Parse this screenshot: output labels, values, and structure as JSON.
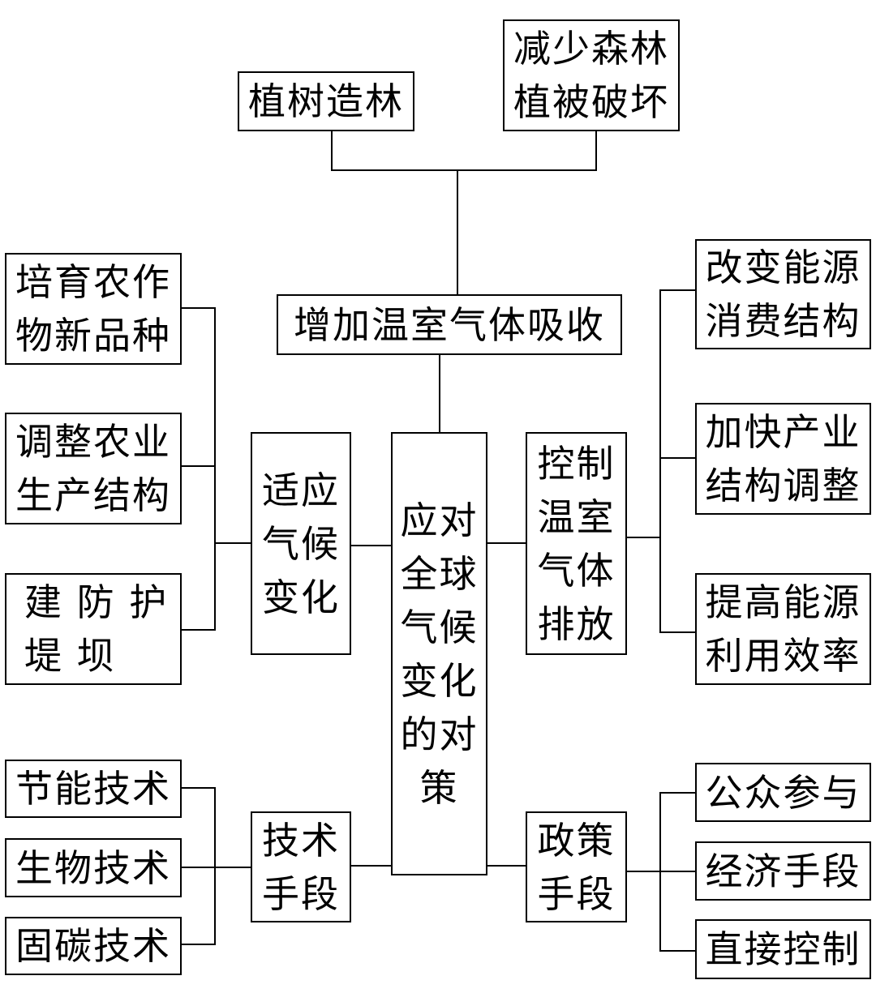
{
  "center": {
    "lines": [
      "应对",
      "全球",
      "气候",
      "变化",
      "的对",
      "策"
    ]
  },
  "top": {
    "hub": "增加温室气体吸收",
    "leaves": [
      {
        "lines": [
          "植树造林"
        ]
      },
      {
        "lines": [
          "减少森林",
          "植被破坏"
        ]
      }
    ]
  },
  "left_upper": {
    "hub": [
      "适应",
      "气候",
      "变化"
    ],
    "leaves": [
      {
        "lines": [
          "培育农作",
          "物新品种"
        ]
      },
      {
        "lines": [
          "调整农业",
          "生产结构"
        ]
      },
      {
        "lines": [
          "建 防 护",
          "堤 坝"
        ]
      }
    ]
  },
  "right_upper": {
    "hub": [
      "控制",
      "温室",
      "气体",
      "排放"
    ],
    "leaves": [
      {
        "lines": [
          "改变能源",
          "消费结构"
        ]
      },
      {
        "lines": [
          "加快产业",
          "结构调整"
        ]
      },
      {
        "lines": [
          "提高能源",
          "利用效率"
        ]
      }
    ]
  },
  "left_lower": {
    "hub": [
      "技术",
      "手段"
    ],
    "leaves": [
      {
        "lines": [
          "节能技术"
        ]
      },
      {
        "lines": [
          "生物技术"
        ]
      },
      {
        "lines": [
          "固碳技术"
        ]
      }
    ]
  },
  "right_lower": {
    "hub": [
      "政策",
      "手段"
    ],
    "leaves": [
      {
        "lines": [
          "公众参与"
        ]
      },
      {
        "lines": [
          "经济手段"
        ]
      },
      {
        "lines": [
          "直接控制"
        ]
      }
    ]
  }
}
